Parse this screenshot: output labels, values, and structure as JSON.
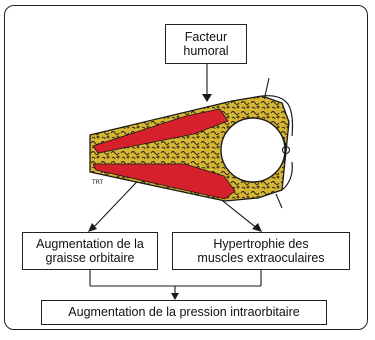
{
  "boxes": {
    "factor": "Facteur\nhumoral",
    "fat": "Augmentation de la\ngraisse orbitaire",
    "muscle": "Hypertrophie des\nmuscles extraoculaires",
    "pressure": "Augmentation de la pression intraorbitaire"
  },
  "illustration": {
    "signature": "TRT",
    "colors": {
      "fat": "#d7b632",
      "muscle": "#d6202b",
      "outline": "#1a1a1a"
    }
  }
}
